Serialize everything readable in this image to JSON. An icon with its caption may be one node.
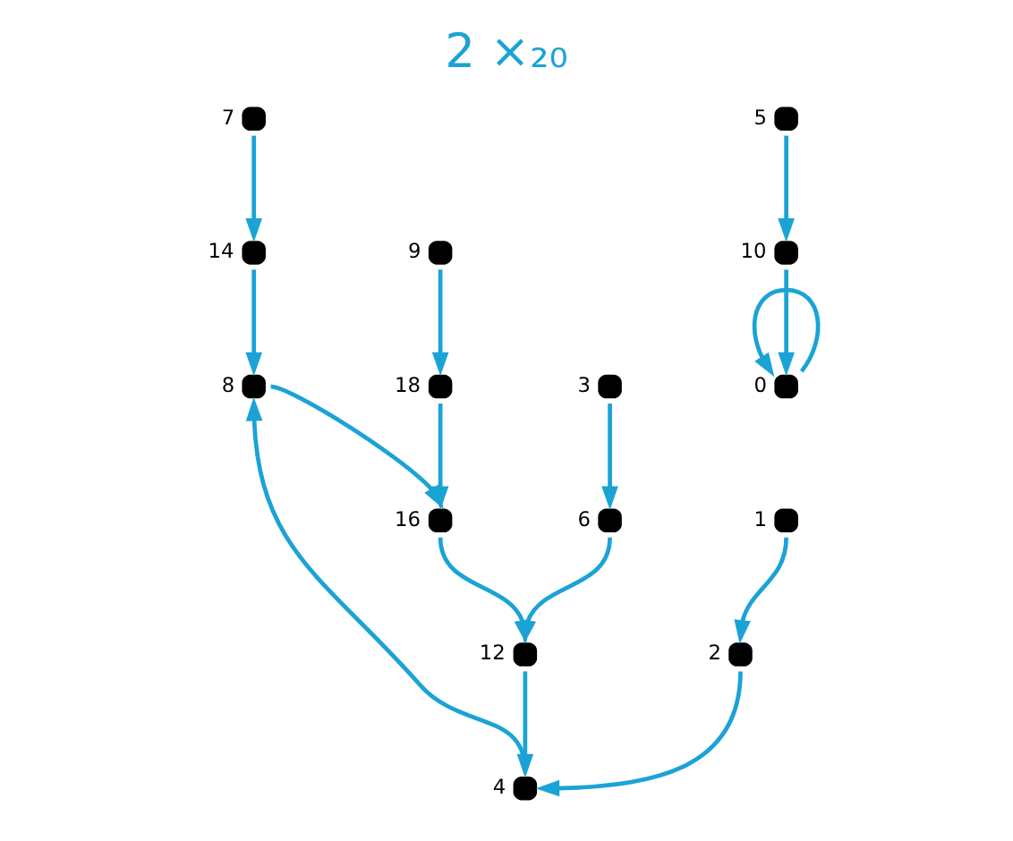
{
  "diagram": {
    "title": "2 ×₂₀",
    "nodes": [
      {
        "text": [],
        "shape": "circle",
        "beside": [
          "7"
        ]
      },
      {
        "text": [],
        "shape": "circle",
        "beside": [
          "9"
        ]
      },
      {
        "text": [],
        "shape": "circle",
        "beside": [
          "0"
        ]
      },
      {
        "text": [],
        "shape": "circle",
        "beside": [
          "14"
        ]
      },
      {
        "text": [],
        "shape": "circle",
        "beside": [
          "18"
        ]
      },
      {
        "text": [],
        "shape": "circle",
        "beside": [
          "8"
        ]
      },
      {
        "text": [],
        "shape": "circle",
        "beside": [
          "16"
        ]
      },
      {
        "text": [],
        "shape": "circle",
        "beside": [
          "10"
        ]
      },
      {
        "text": [],
        "shape": "circle",
        "beside": [
          "4"
        ]
      },
      {
        "text": [],
        "shape": "circle",
        "beside": [
          "12"
        ]
      },
      {
        "text": [],
        "shape": "circle",
        "beside": [
          "2"
        ]
      },
      {
        "text": [],
        "shape": "circle",
        "beside": [
          "6"
        ]
      },
      {
        "text": [],
        "shape": "circle",
        "beside": [
          "5"
        ]
      },
      {
        "text": [],
        "shape": "circle",
        "beside": [
          "1"
        ]
      },
      {
        "text": [],
        "shape": "circle",
        "beside": [
          "3"
        ]
      }
    ],
    "edges": [
      {
        "from": 0,
        "to": 3,
        "arrow": "to"
      },
      {
        "from": 3,
        "to": 5,
        "arrow": "to"
      },
      {
        "from": 1,
        "to": 4,
        "arrow": "to"
      },
      {
        "from": 4,
        "to": 6,
        "arrow": "to"
      },
      {
        "from": 5,
        "to": 6,
        "arrow": "to"
      },
      {
        "from": 6,
        "to": 9,
        "arrow": "to"
      },
      {
        "from": 9,
        "to": 8,
        "arrow": "to"
      },
      {
        "from": 8,
        "to": 5,
        "arrow": "to"
      },
      {
        "from": 13,
        "to": 10,
        "arrow": "to"
      },
      {
        "from": 10,
        "to": 8,
        "arrow": "to"
      },
      {
        "from": 14,
        "to": 11,
        "arrow": "to"
      },
      {
        "from": 11,
        "to": 9,
        "arrow": "to"
      },
      {
        "from": 12,
        "to": 7,
        "arrow": "to"
      },
      {
        "from": 7,
        "to": 2,
        "arrow": "to"
      },
      {
        "from": 2,
        "to": 2,
        "arrow": "to"
      }
    ]
  }
}
